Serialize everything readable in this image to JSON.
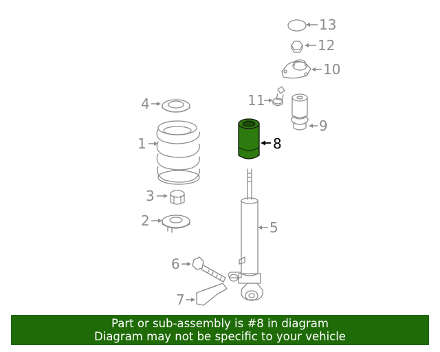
{
  "diagram": {
    "highlight_part": "8",
    "highlight_color": "#2d7a0f",
    "line_color": "#8c8c8c",
    "callouts": [
      {
        "id": "p1",
        "label": "1"
      },
      {
        "id": "p2",
        "label": "2"
      },
      {
        "id": "p3",
        "label": "3"
      },
      {
        "id": "p4",
        "label": "4"
      },
      {
        "id": "p5",
        "label": "5"
      },
      {
        "id": "p6",
        "label": "6"
      },
      {
        "id": "p7",
        "label": "7"
      },
      {
        "id": "p8",
        "label": "8"
      },
      {
        "id": "p9",
        "label": "9"
      },
      {
        "id": "p10",
        "label": "10"
      },
      {
        "id": "p11",
        "label": "11"
      },
      {
        "id": "p12",
        "label": "12"
      },
      {
        "id": "p13",
        "label": "13"
      }
    ]
  },
  "banner": {
    "background": "#1f6b08",
    "line1": "Part or sub-assembly is #8 in diagram",
    "line2": "Diagram may not be specific to your vehicle"
  }
}
